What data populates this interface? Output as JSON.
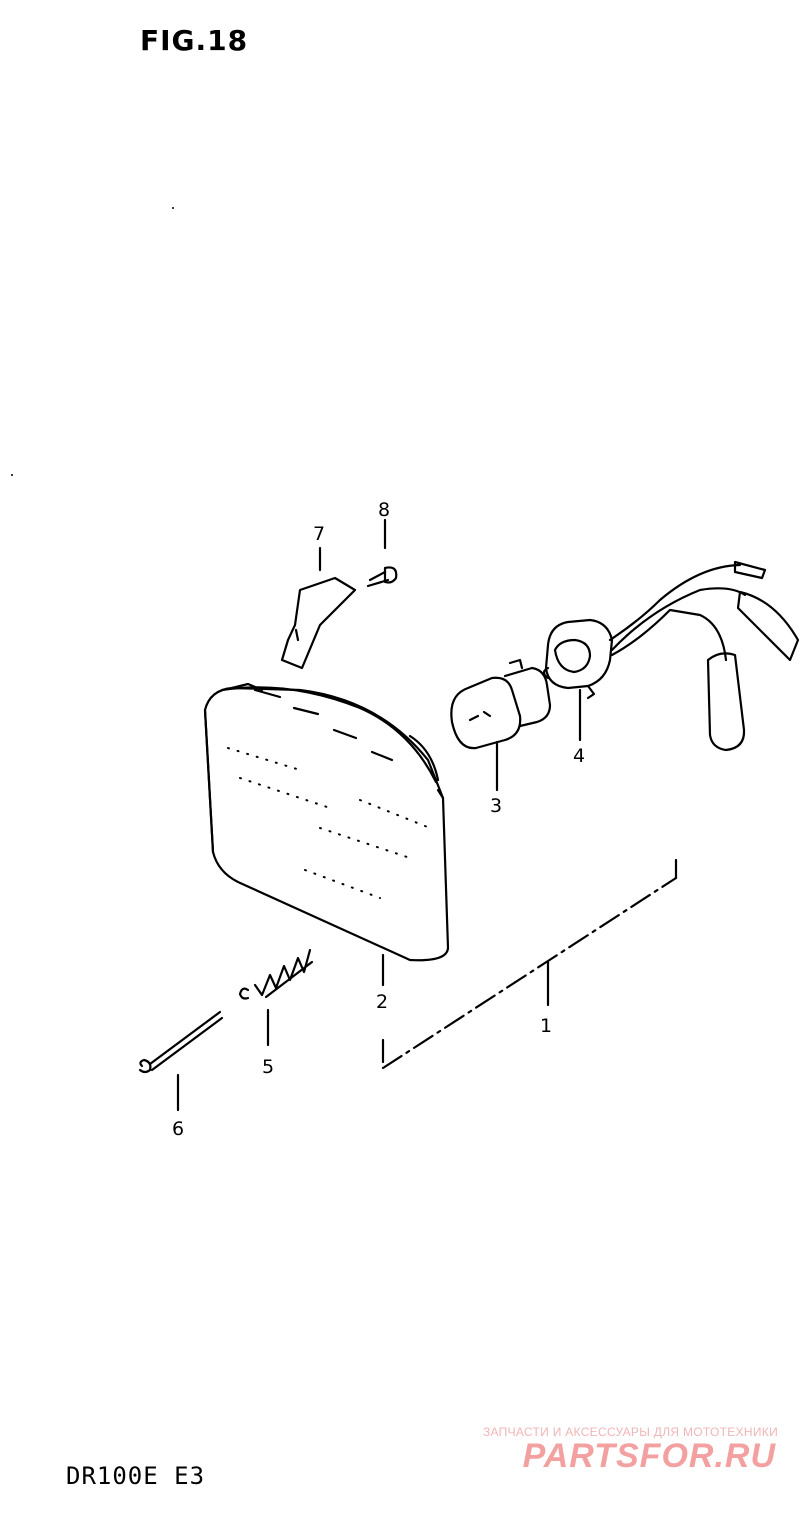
{
  "figure": {
    "title": "FIG.18",
    "model_code": "DR100E E3"
  },
  "callouts": {
    "c1": "1",
    "c2": "2",
    "c3": "3",
    "c4": "4",
    "c5": "5",
    "c6": "6",
    "c7": "7",
    "c8": "8"
  },
  "watermark": {
    "tagline": "ЗАПЧАСТИ И АКСЕССУАРЫ ДЛЯ МОТОТЕХНИКИ",
    "brand": "PARTSFOR.RU"
  }
}
